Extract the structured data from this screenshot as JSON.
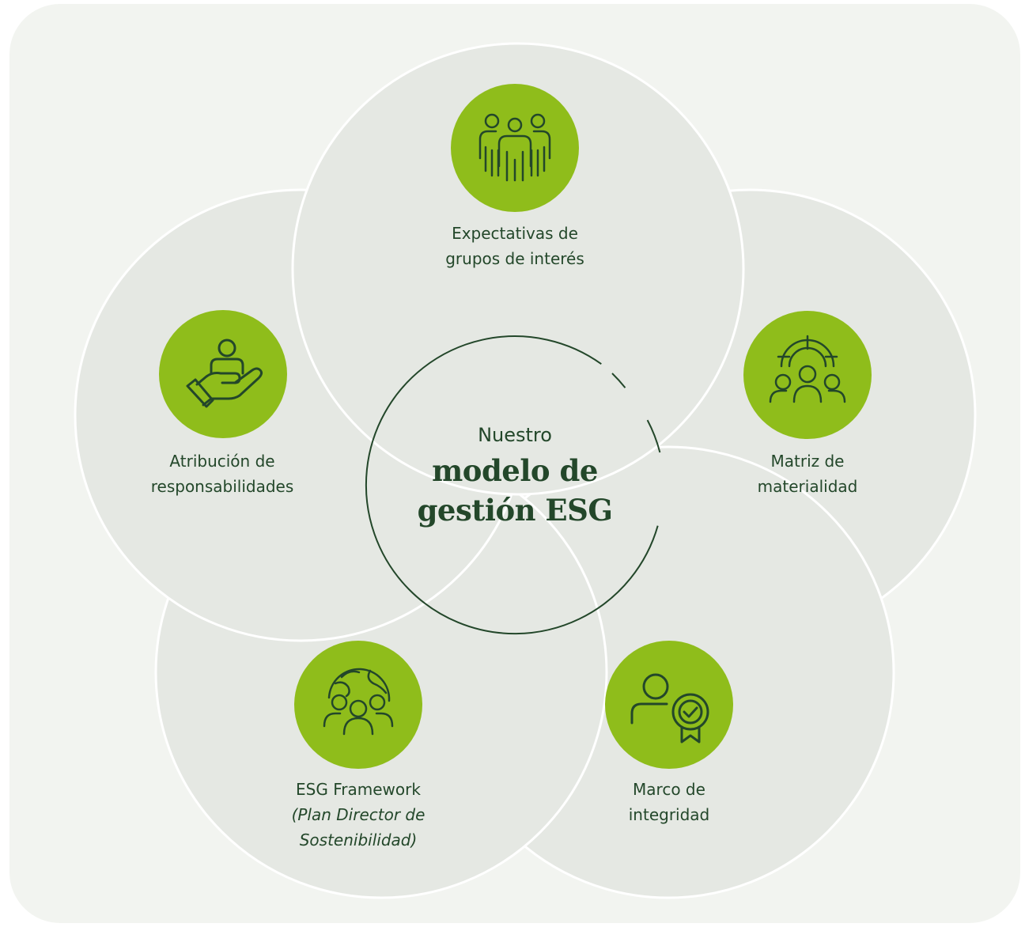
{
  "center": {
    "line1": "Nuestro",
    "line2": "modelo de",
    "line3": "gestión ESG"
  },
  "nodes": [
    {
      "id": "stakeholders",
      "icon": "stakeholders-group-icon",
      "lines": [
        "Expectativas de",
        "grupos de interés"
      ]
    },
    {
      "id": "materiality",
      "icon": "target-people-icon",
      "lines": [
        "Matriz de",
        "materialidad"
      ]
    },
    {
      "id": "integrity",
      "icon": "person-badge-icon",
      "lines": [
        "Marco de",
        "integridad"
      ]
    },
    {
      "id": "framework",
      "icon": "globe-people-icon",
      "lines": [
        "ESG Framework"
      ],
      "italic_lines": [
        "(Plan Director de",
        "Sostenibilidad)"
      ]
    },
    {
      "id": "responsibility",
      "icon": "hand-person-icon",
      "lines": [
        "Atribución de",
        "responsabilidades"
      ]
    }
  ],
  "colors": {
    "accent": "#8fbd1b",
    "text": "#23472a",
    "petal": "#e5e8e3",
    "card": "#f2f4f0"
  }
}
